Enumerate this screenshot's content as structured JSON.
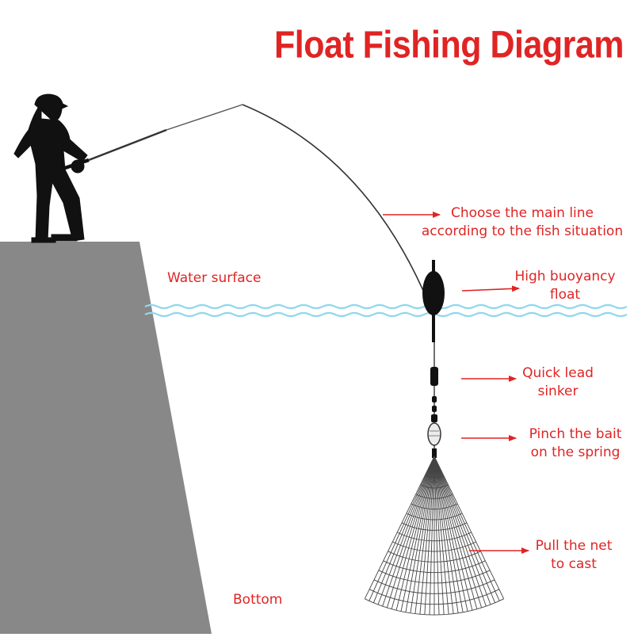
{
  "title": "Float Fishing Diagram",
  "colors": {
    "accent_red": "#e02424",
    "water": "#8fd8ea",
    "bank": "#888888",
    "ink": "#111111"
  },
  "labels": {
    "main_line": {
      "line1": "Choose the main line",
      "line2": "according to the fish situation"
    },
    "water_surface": "Water surface",
    "float": {
      "line1": "High buoyancy",
      "line2": "float"
    },
    "sinker": {
      "line1": "Quick lead",
      "line2": "sinker"
    },
    "bait": {
      "line1": "Pinch the bait",
      "line2": "on the spring"
    },
    "net": {
      "line1": "Pull the net",
      "line2": "to cast"
    },
    "bottom": "Bottom"
  }
}
